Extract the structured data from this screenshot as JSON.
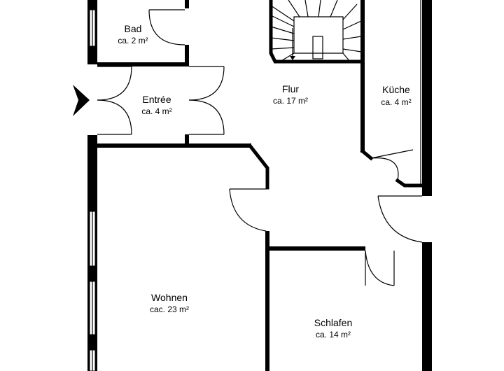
{
  "rooms": {
    "bad": {
      "name": "Bad",
      "area": "ca. 2 m²"
    },
    "entree": {
      "name": "Entrée",
      "area": "ca. 4 m²"
    },
    "flur": {
      "name": "Flur",
      "area": "ca. 17 m²"
    },
    "kueche": {
      "name": "Küche",
      "area": "ca. 4 m²"
    },
    "wohnen": {
      "name": "Wohnen",
      "area": "cac. 23 m²"
    },
    "schlafen": {
      "name": "Schlafen",
      "area": "ca. 14 m²"
    }
  },
  "colors": {
    "wall": "#000000",
    "background": "#ffffff"
  },
  "icons": {
    "entrance": "entrance-arrow-icon",
    "stairs": "staircase-icon"
  }
}
